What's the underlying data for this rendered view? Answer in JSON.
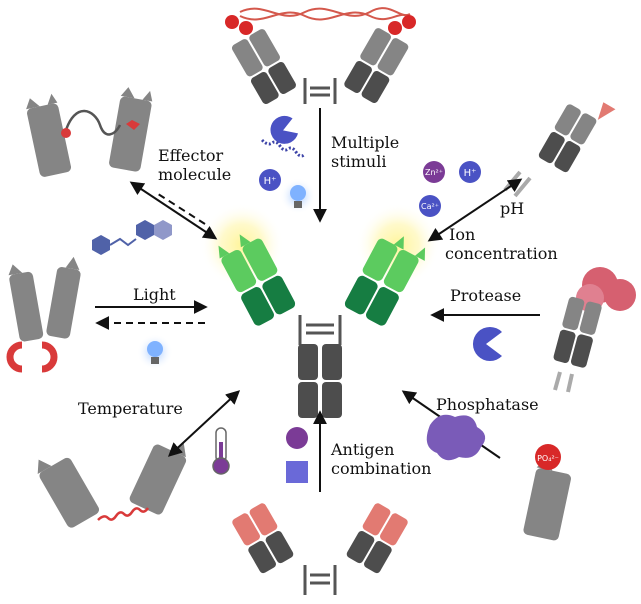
{
  "labels": {
    "multiple_stimuli": [
      "Multiple",
      "stimuli"
    ],
    "effector_molecule": [
      "Effector",
      "molecule"
    ],
    "ph": "pH",
    "ion_concentration": [
      "Ion",
      "concentration"
    ],
    "light": "Light",
    "protease": "Protease",
    "temperature": "Temperature",
    "phosphatase": "Phosphatase",
    "antigen_combination": [
      "Antigen",
      "combination"
    ]
  },
  "chem": {
    "zinc": "Zn²⁺",
    "proton": "H⁺",
    "calcium": "Ca²⁺",
    "phosphate": "PO₄²⁻"
  },
  "colors": {
    "dark_gray": "#4d4d4d",
    "mid_gray": "#858585",
    "light_green": "#5ccb5f",
    "dark_green": "#167d42",
    "red": "#d93a3a",
    "salmon": "#e27a72",
    "blue_bulb": "#5b8fd6",
    "purple": "#7b3b96",
    "hexagon_blue": "#5062a8",
    "pacman_blue": "#4a52c4",
    "square_blue": "#6a69d8"
  }
}
